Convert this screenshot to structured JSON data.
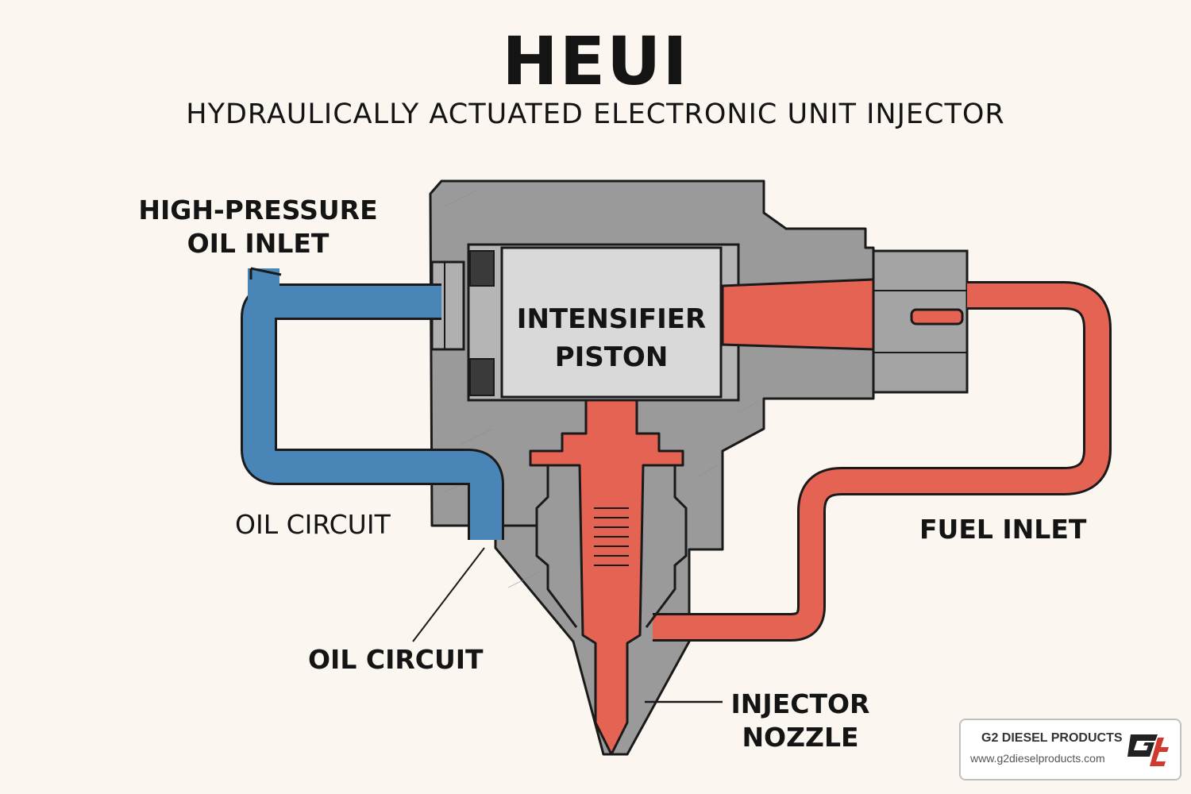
{
  "header": {
    "title": "HEUI",
    "subtitle": "HYDRAULICALLY ACTUATED ELECTRONIC UNIT INJECTOR"
  },
  "labels": {
    "high_pressure_oil_inlet_line1": "HIGH-PRESSURE",
    "high_pressure_oil_inlet_line2": "OIL INLET",
    "intensifier_piston_line1": "INTENSIFIER",
    "intensifier_piston_line2": "PISTON",
    "oil_circuit_upper": "OIL CIRCUIT",
    "oil_circuit_lower": "OIL CIRCUIT",
    "fuel_inlet": "FUEL INLET",
    "injector_nozzle_line1": "INJECTOR",
    "injector_nozzle_line2": "NOZZLE"
  },
  "brand": {
    "name": "G2 DIESEL PRODUCTS",
    "url": "www.g2dieselproducts.com"
  },
  "colors": {
    "background": "#fbf7f0",
    "body_gray": "#9a9a9a",
    "oil_blue": "#4a85b8",
    "fuel_red": "#e56352",
    "piston_light": "#d9d9d9",
    "outline": "#1a1a1a"
  }
}
